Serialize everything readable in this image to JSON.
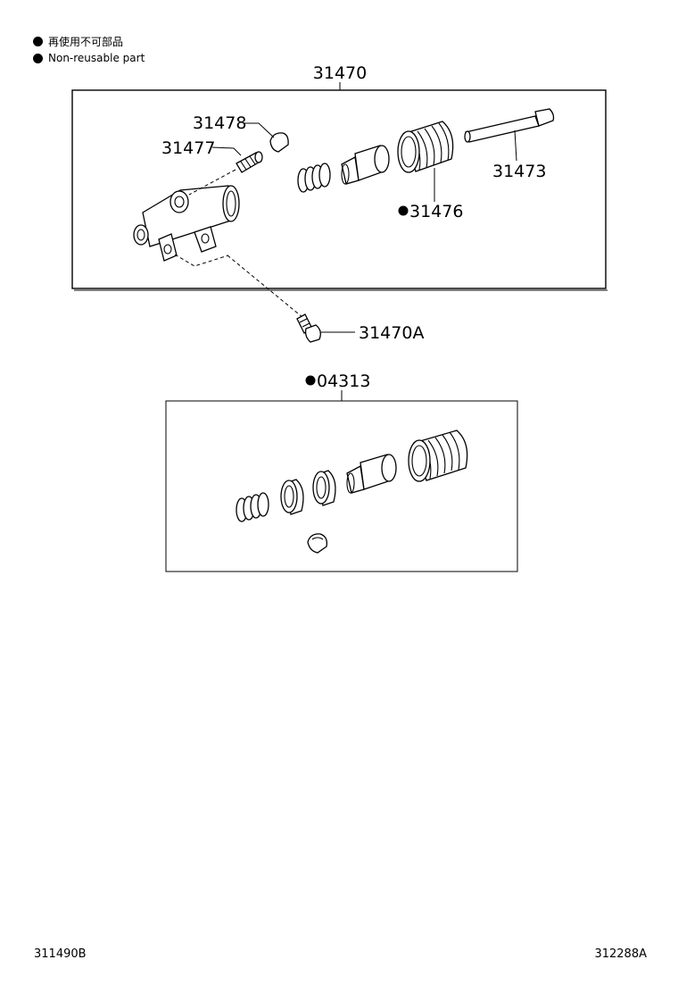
{
  "legend": {
    "items": [
      {
        "symbol": "filled-dot-icon",
        "text": "再使用不可部品"
      },
      {
        "symbol": "filled-dot-icon",
        "text": "Non-reusable part"
      }
    ]
  },
  "assembly": {
    "label": "31470",
    "parts": [
      {
        "number": "31478",
        "marked": false
      },
      {
        "number": "31477",
        "marked": false
      },
      {
        "number": "31473",
        "marked": false
      },
      {
        "number": "31476",
        "marked": true
      },
      {
        "number": "31470A",
        "marked": false
      }
    ]
  },
  "kit": {
    "label": "04313",
    "marked": true
  },
  "footer": {
    "left_code": "311490B",
    "right_code": "312288A"
  }
}
